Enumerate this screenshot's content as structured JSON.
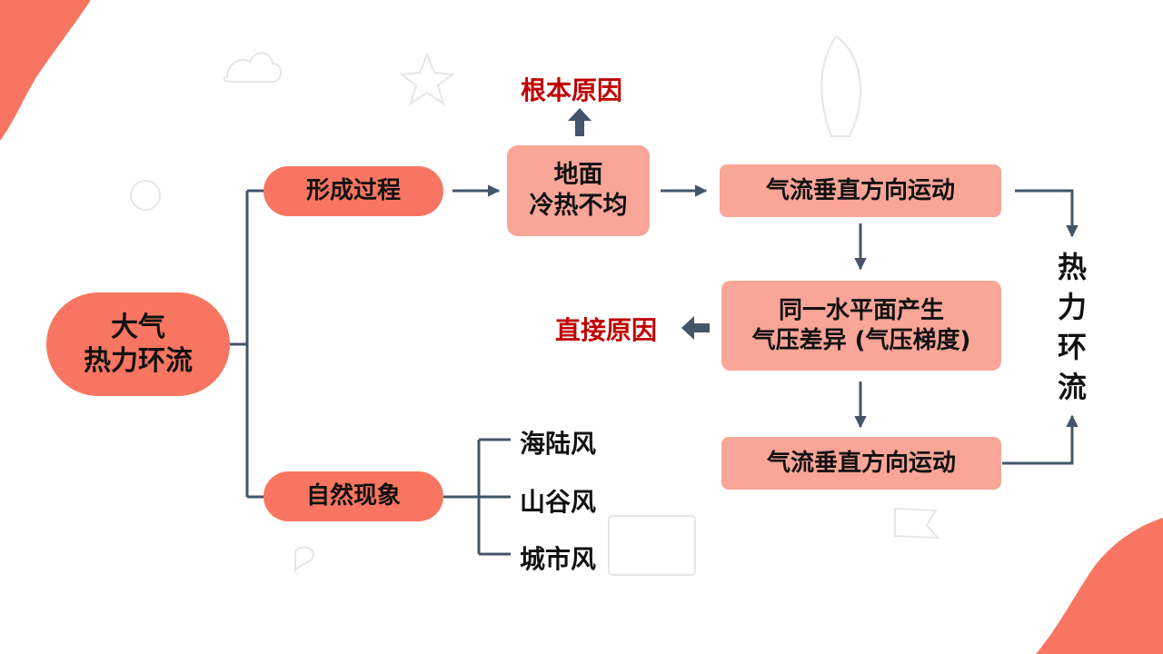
{
  "main": {
    "title_line1": "大气",
    "title_line2": "热力环流"
  },
  "branches": {
    "formation": "形成过程",
    "phenomena": "自然现象"
  },
  "flow": {
    "ground_line1": "地面",
    "ground_line2": "冷热不均",
    "root_cause": "根本原因",
    "vertical_motion_top": "气流垂直方向运动",
    "pressure_line1": "同一水平面产生",
    "pressure_line2": "气压差异 (气压梯度)",
    "direct_cause": "直接原因",
    "vertical_motion_bottom": "气流垂直方向运动"
  },
  "cycle_label": [
    "热",
    "力",
    "环",
    "流"
  ],
  "phenomena_items": [
    "海陆风",
    "山谷风",
    "城市风"
  ],
  "colors": {
    "pill": "#f87661",
    "box": "#f9a597",
    "cause_text": "#c00000",
    "arrow": "#44546a",
    "corner_blob": "#f87661"
  }
}
